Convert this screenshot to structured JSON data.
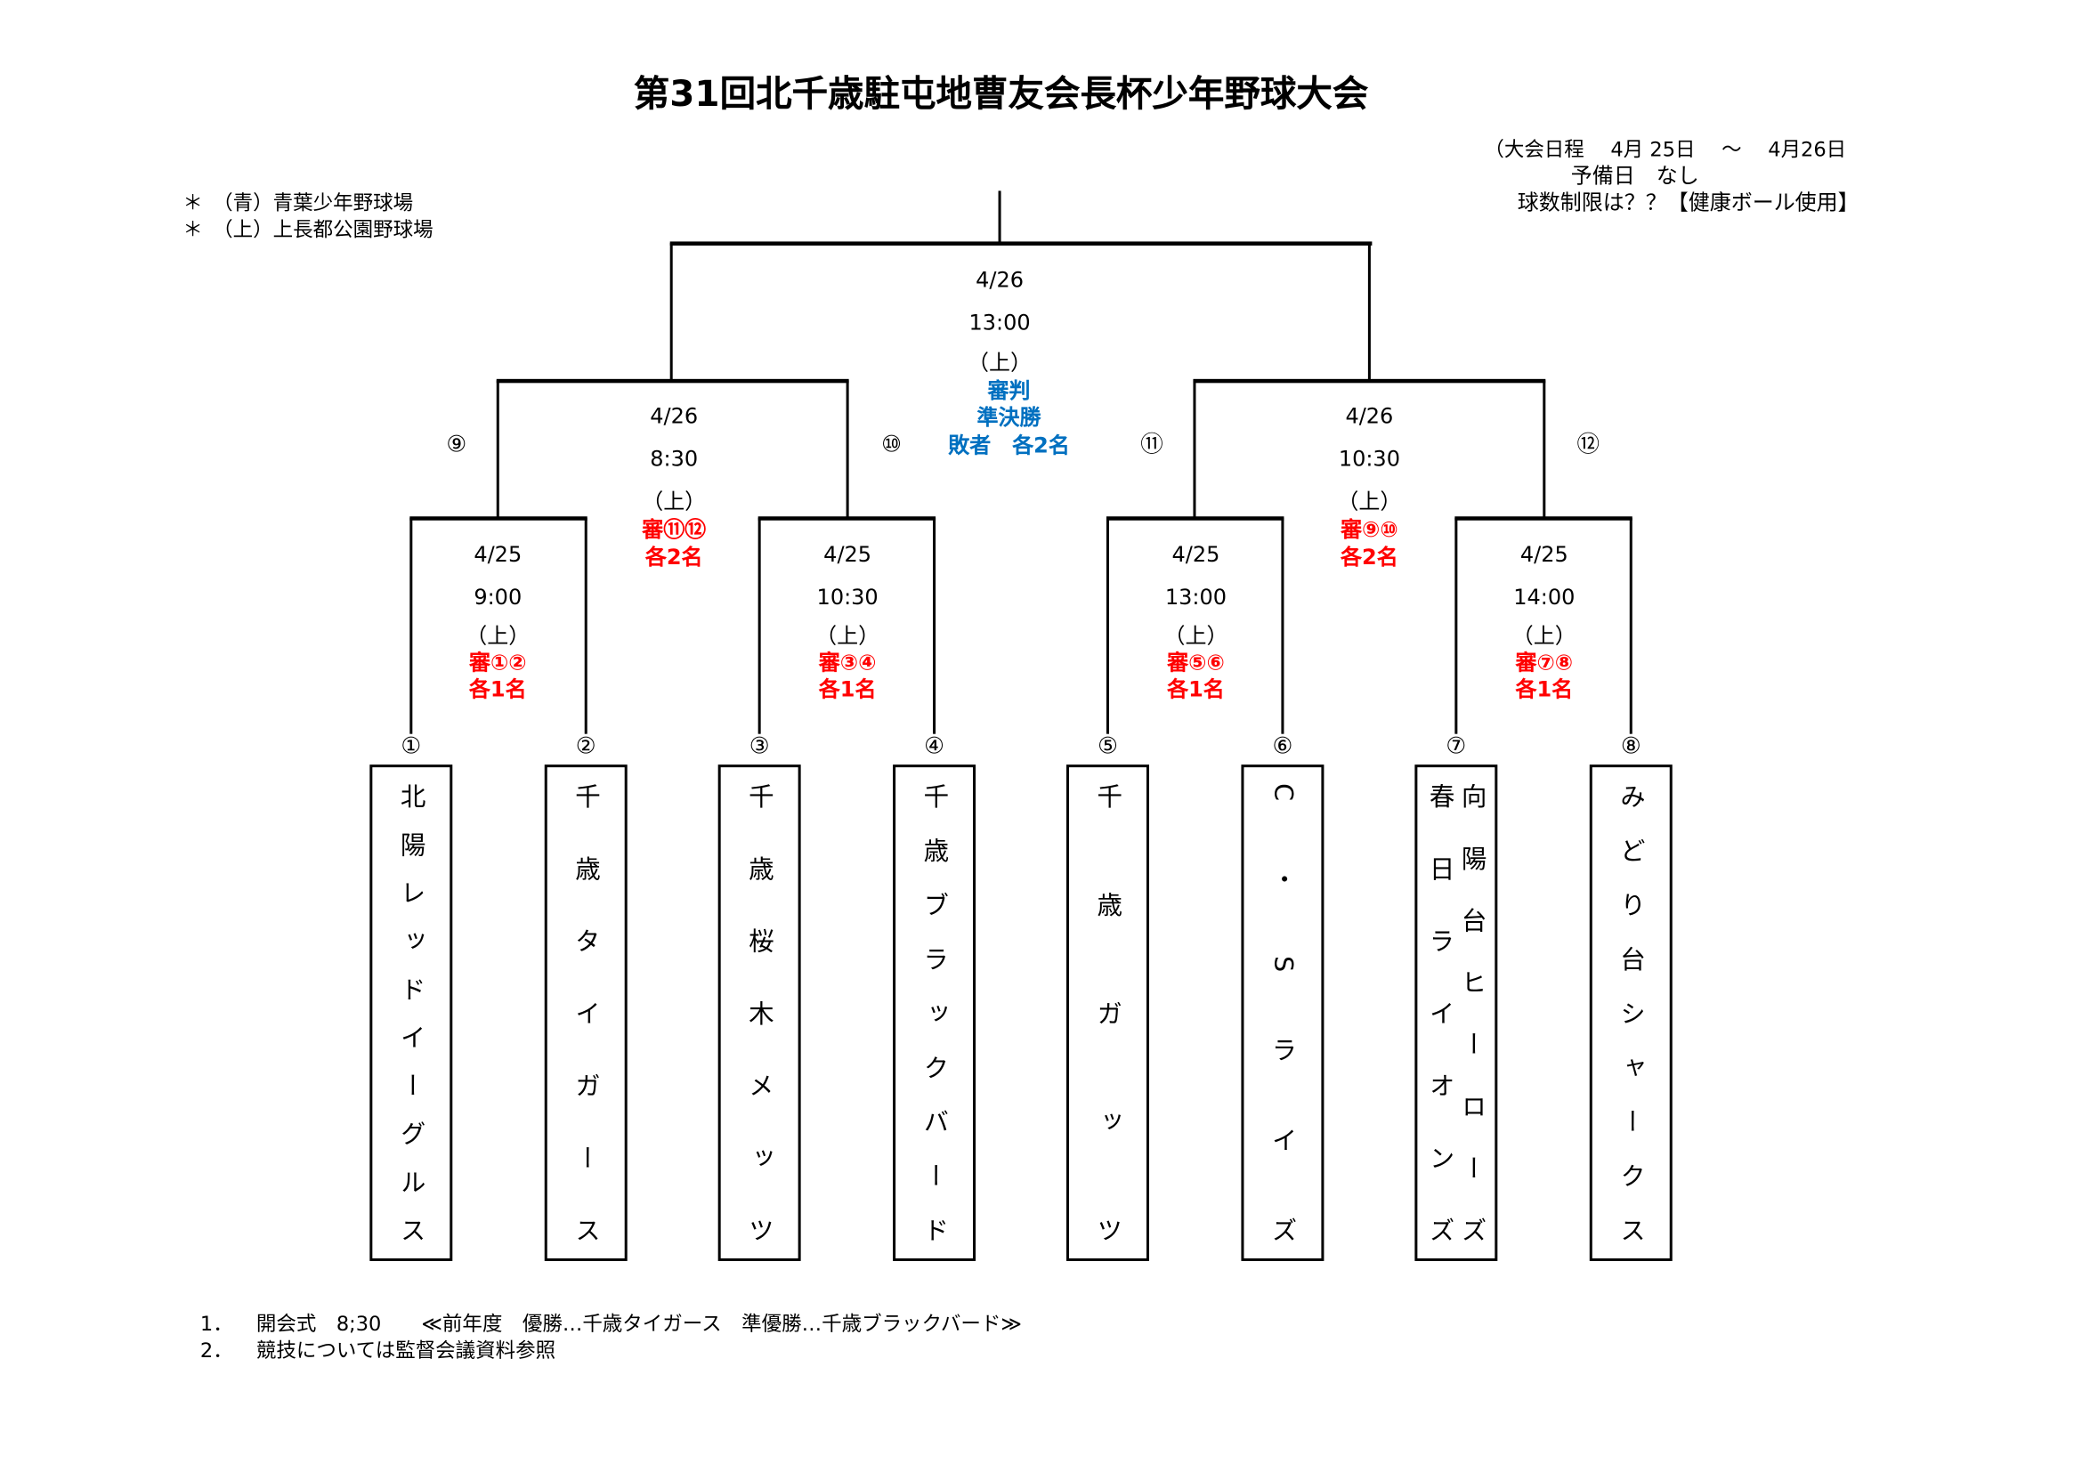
{
  "title": "第31回北千歳駐屯地曹友会長杯少年野球大会",
  "schedule": {
    "line1": "（大会日程　 4月 25日　 〜　 4月26日",
    "line2": "予備日　なし",
    "line3": "球数制限は？？【健康ボール使用】"
  },
  "venues": [
    "＊　（青）青葉少年野球場",
    "＊　（上）上長都公園野球場"
  ],
  "final": {
    "date": "4/26",
    "time": "13:00",
    "venue": "（上）",
    "ref1": "審判",
    "ref2": "準決勝",
    "ref3": "敗者　各2名"
  },
  "semis": [
    {
      "date": "4/26",
      "time": "8:30",
      "venue": "（上）",
      "ref": "審⑪⑫",
      "ref_count": "各2名",
      "left_no": "⑨",
      "right_no": "⑩"
    },
    {
      "date": "4/26",
      "time": "10:30",
      "venue": "（上）",
      "ref": "審⑨⑩",
      "ref_count": "各2名",
      "left_no": "⑪",
      "right_no": "⑫"
    }
  ],
  "quarters": [
    {
      "date": "4/25",
      "time": "9:00",
      "venue": "（上）",
      "ref": "審①②",
      "ref_count": "各1名"
    },
    {
      "date": "4/25",
      "time": "10:30",
      "venue": "（上）",
      "ref": "審③④",
      "ref_count": "各1名"
    },
    {
      "date": "4/25",
      "time": "13:00",
      "venue": "（上）",
      "ref": "審⑤⑥",
      "ref_count": "各1名"
    },
    {
      "date": "4/25",
      "time": "14:00",
      "venue": "（上）",
      "ref": "審⑦⑧",
      "ref_count": "各1名"
    }
  ],
  "teams": [
    {
      "no": "①",
      "lines": [
        "北陽レッドイーグルス"
      ]
    },
    {
      "no": "②",
      "lines": [
        "千歳タイガース"
      ]
    },
    {
      "no": "③",
      "lines": [
        "千歳桜木メッツ"
      ]
    },
    {
      "no": "④",
      "lines": [
        "千歳ブラックバード"
      ]
    },
    {
      "no": "⑤",
      "lines": [
        "千歳ガッツ"
      ]
    },
    {
      "no": "⑥",
      "lines": [
        "C・Sライズ"
      ]
    },
    {
      "no": "⑦",
      "lines": [
        "向陽台ヒーローズ",
        "春日ライオンズ"
      ]
    },
    {
      "no": "⑧",
      "lines": [
        "みどり台シャークス"
      ]
    }
  ],
  "notes": [
    {
      "num": "1．",
      "text": "開会式　8;30　　≪前年度　優勝…千歳タイガース　準優勝…千歳ブラックバード≫"
    },
    {
      "num": "2．",
      "text": "競技については監督会議資料参照"
    }
  ]
}
